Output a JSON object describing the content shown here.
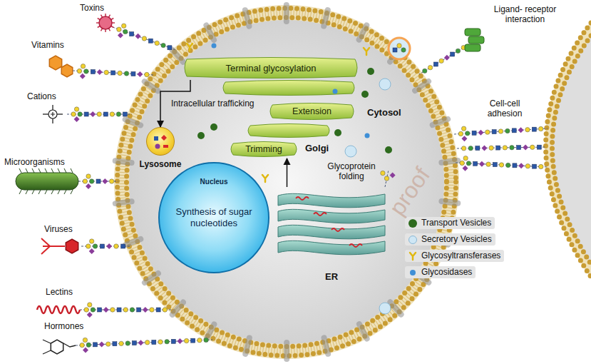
{
  "diagram": {
    "nodes": [
      {
        "text": [
          "Cytosol"
        ]
      },
      {
        "text": [
          "Terminal glycosylation"
        ],
        "in": 0
      },
      {
        "text": [
          "Extension"
        ],
        "in": 0
      },
      {
        "text": [
          "Trimming"
        ],
        "in": 0
      },
      {
        "text": [
          "Lysosome"
        ],
        "in": 0
      },
      {
        "text": [
          "Nucleus",
          "Synthesis of sugar nucleotides"
        ],
        "in": 0
      },
      {
        "text": [
          "ER"
        ],
        "in": 0
      }
    ],
    "edges": [
      {
        "from": 1,
        "to": 4,
        "arrow": "to"
      },
      {
        "from": 6,
        "to": 3,
        "arrow": "to"
      }
    ],
    "labels": [
      "Toxins",
      "Vitamins",
      "Cations",
      "Microorganisms",
      "Viruses",
      "Lectins",
      "Hormones",
      "Ligand- receptor interaction",
      "Cell-cell adhesion",
      "Golgi",
      "Intracellular trafficking",
      "Glycoprotein folding",
      "proof"
    ],
    "legend": [
      {
        "text": "Transport Vesicles",
        "color": "#2e6b1e"
      },
      {
        "text": "Secretory Vesicles",
        "color": "#cfe7f5"
      },
      {
        "text": "Glycosyltransferases"
      },
      {
        "text": "Glycosidases",
        "color": "#3f8fd6"
      }
    ]
  }
}
